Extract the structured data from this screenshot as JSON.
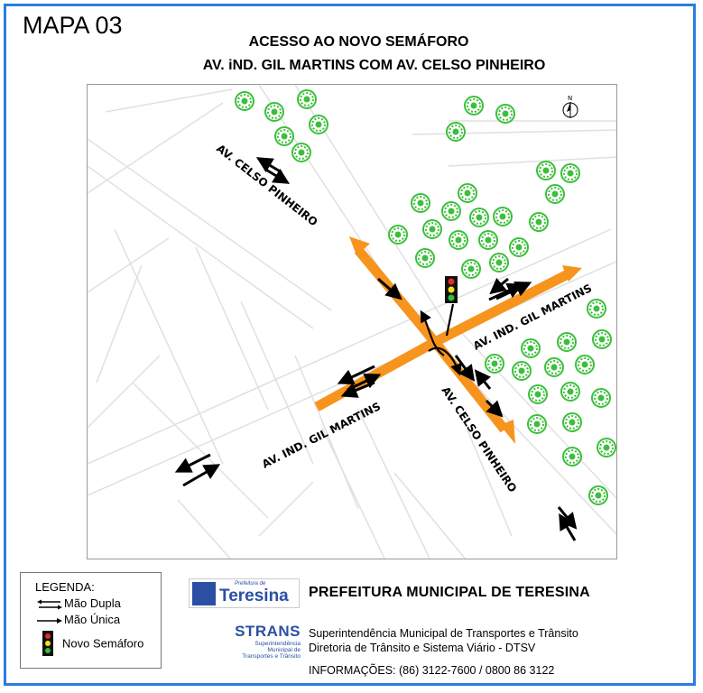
{
  "header": {
    "map_label": "MAPA 03",
    "title_line1": "ACESSO AO NOVO SEMÁFORO",
    "title_line2": "AV. iND. GIL MARTINS COM AV. CELSO PINHEIRO"
  },
  "map": {
    "north_label": "N",
    "street_labels": {
      "celso_upper": "AV. CELSO PINHEIRO",
      "celso_lower": "AV. CELSO PINHEIRO",
      "gil_right": "AV. IND. GIL MARTINS",
      "gil_left": "AV. IND. GIL MARTINS"
    },
    "colors": {
      "route": "#f7941d",
      "trees": "#3bbf3b",
      "roads": "#e2e2e2"
    }
  },
  "legend": {
    "title": "LEGENDA:",
    "items": [
      "Mão Dupla",
      "Mão Única",
      "Novo Semáforo"
    ]
  },
  "footer": {
    "prefeitura_logo_small": "Prefeitura de",
    "prefeitura_logo_big": "Teresina",
    "prefeitura_title": "PREFEITURA MUNICIPAL DE TERESINA",
    "strans_logo": "STRANS",
    "strans_sub1": "Superintendência",
    "strans_sub2": "Municipal de",
    "strans_sub3": "Transportes e Trânsito",
    "line1": "Superintendência Municipal de Transportes e Trânsito",
    "line2": "Diretoria de Trânsito e Sistema Viário - DTSV",
    "line3": "INFORMAÇÕES: (86) 3122-7600 / 0800 86 3122"
  }
}
